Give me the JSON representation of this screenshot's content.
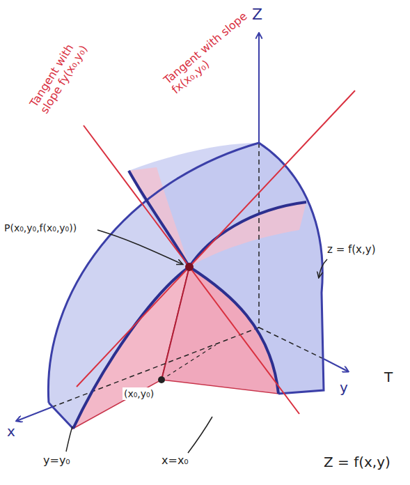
{
  "diagram": {
    "labels": [
      "Z",
      "Tangent with slope fy(x₀,y₀)",
      "Tangent with slope fx(x₀,y₀)",
      "P(x₀,y₀,f(x₀,y₀))",
      "z = f(x,y)",
      "(x₀,y₀)",
      "x",
      "y",
      "y=y₀",
      "x=x₀",
      "T",
      "Z = f(x,y)"
    ]
  }
}
